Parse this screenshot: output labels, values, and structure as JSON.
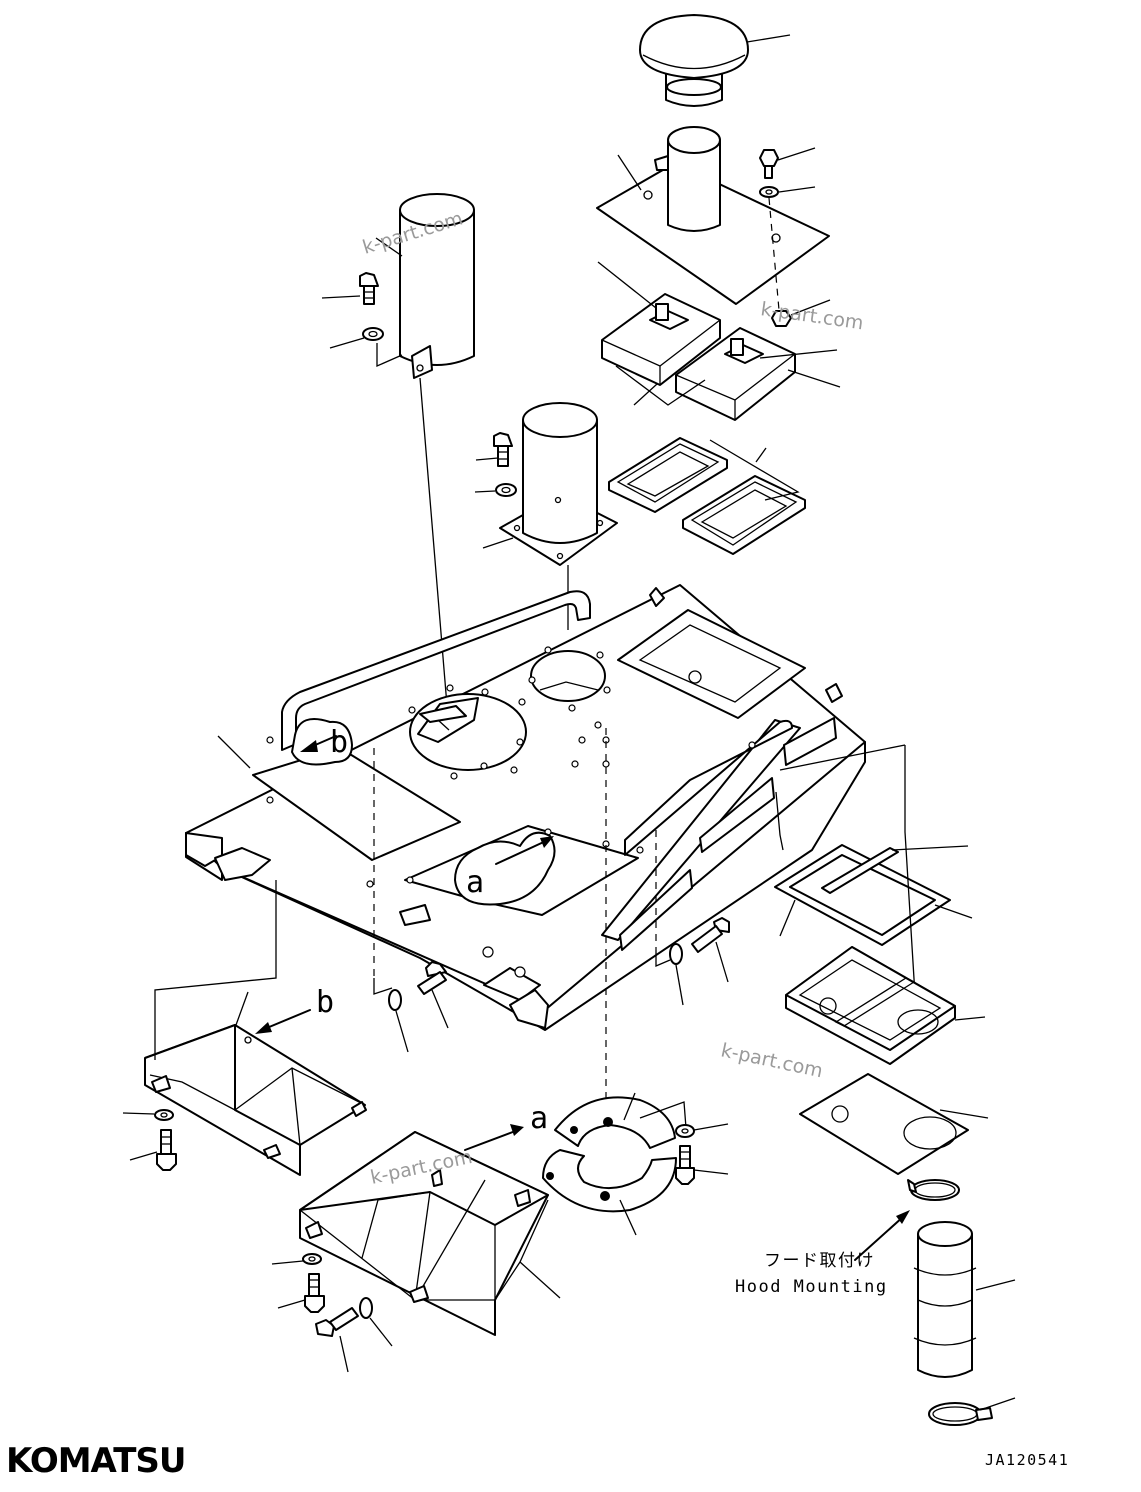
{
  "diagram": {
    "brand_logo": "KOMATSU",
    "drawing_code": "JA120541",
    "watermark": "k-part.com",
    "detail_labels": {
      "a": "a",
      "b": "b"
    },
    "note_ja": "フード取付け",
    "note_en": "Hood Mounting",
    "parts": [
      "cap",
      "top-cover-plate",
      "knob-bolt",
      "washer",
      "nut",
      "seal-block-left",
      "seal-block-right",
      "grommet-left",
      "grommet-right",
      "pipe-left",
      "pipe-center",
      "frame",
      "bracket-b",
      "bracket-a",
      "split-ring-plate",
      "seal-frame",
      "seal-strip",
      "box-seal",
      "gasket-plate",
      "hose-clamp",
      "hose",
      "bolt",
      "washer"
    ]
  }
}
